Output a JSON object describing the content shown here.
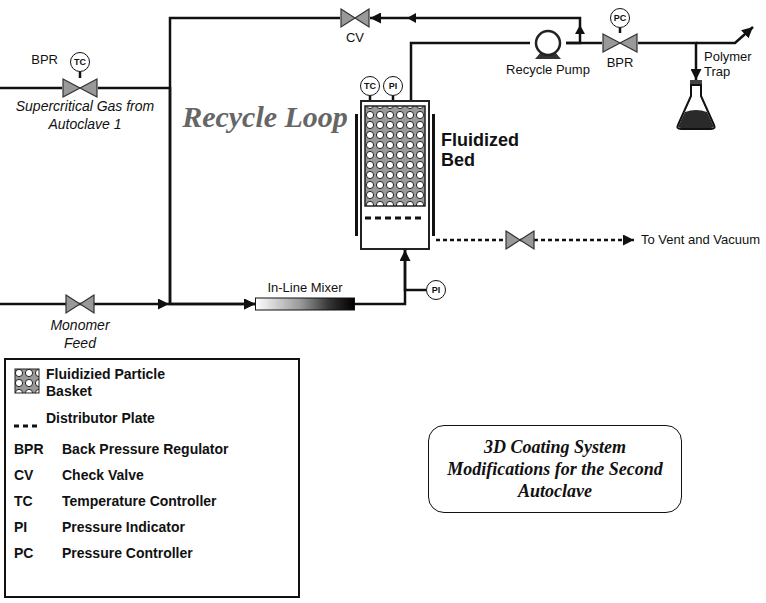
{
  "diagram": {
    "nodes": [
      {
        "text": [
          "BPR"
        ]
      },
      {
        "text": [
          "TC"
        ]
      },
      {
        "text": [
          "CV"
        ]
      },
      {
        "text": [
          "Recycle Pump"
        ]
      },
      {
        "text": [
          "BPR"
        ]
      },
      {
        "text": [
          "PC"
        ]
      },
      {
        "text": [
          "Polymer Trap"
        ]
      },
      {
        "text": [
          "Fluidized Bed"
        ]
      },
      {
        "text": [
          "TC"
        ]
      },
      {
        "text": [
          "PI"
        ]
      },
      {
        "text": [
          "In-Line Mixer"
        ]
      },
      {
        "text": [
          "PI"
        ]
      },
      {
        "text": [
          "3D Coating System Modifications for the Second Autoclave"
        ]
      }
    ],
    "edges": [
      {
        "from": 0,
        "to": 10,
        "arrow": "to"
      },
      {
        "from": 2,
        "to": 10,
        "arrow": "to"
      },
      {
        "from": 10,
        "to": 7,
        "arrow": "to"
      },
      {
        "from": 7,
        "to": 3,
        "arrow": "none"
      },
      {
        "from": 3,
        "to": 2,
        "arrow": "to"
      },
      {
        "from": 3,
        "to": 4,
        "arrow": "none"
      },
      {
        "from": 4,
        "to": 6,
        "arrow": "to"
      },
      {
        "from": 1,
        "to": 0,
        "arrow": "none"
      },
      {
        "from": 5,
        "to": 4,
        "arrow": "none"
      },
      {
        "from": 8,
        "to": 7,
        "arrow": "none"
      },
      {
        "from": 9,
        "to": 7,
        "arrow": "none"
      },
      {
        "from": 11,
        "to": 7,
        "arrow": "none"
      }
    ],
    "labels": [
      "Supercritical Gas from Autoclave 1",
      "Monomer Feed",
      "Recycle Loop",
      "To Vent and Vacuum",
      "BPR",
      "Back Pressure Regulator",
      "CV",
      "Check Valve",
      "TC",
      "Temperature Controller",
      "PI",
      "Pressure Indicator",
      "PC",
      "Pressure Controller"
    ],
    "legend": [
      {
        "text": "Fluidizied Particle Basket"
      },
      {
        "text": "Distributor Plate"
      }
    ]
  }
}
